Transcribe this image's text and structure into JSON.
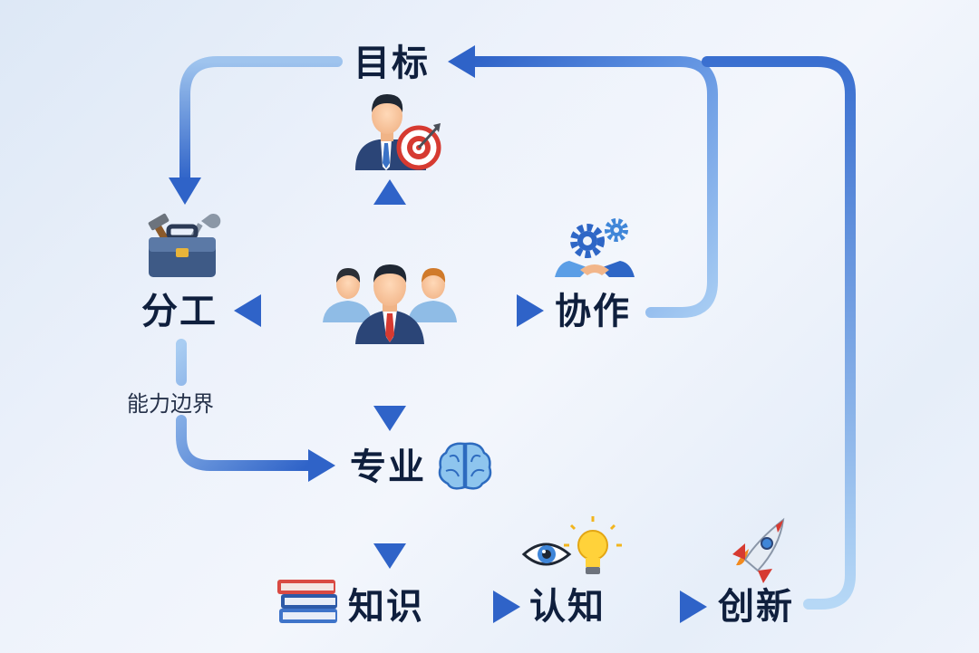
{
  "nodes": {
    "goal": "目标",
    "division": "分工",
    "collaboration": "协作",
    "profession": "专业",
    "knowledge": "知识",
    "cognition": "认知",
    "innovation": "创新"
  },
  "edge_labels": {
    "capability_boundary": "能力边界"
  },
  "colors": {
    "arrow_light": "#a9cdf2",
    "arrow_dark": "#2f63c8",
    "label": "#0f1f3d"
  },
  "icons": [
    "manager-target-icon",
    "toolbox-icon",
    "team-icon",
    "gears-handshake-icon",
    "brain-icon",
    "books-icon",
    "eye-icon",
    "lightbulb-icon",
    "rocket-icon"
  ]
}
